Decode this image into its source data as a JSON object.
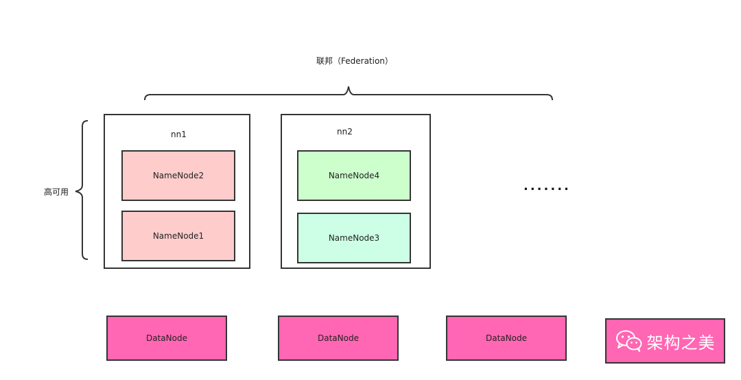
{
  "federation": {
    "label": "联邦（Federation）"
  },
  "ha": {
    "label": "高可用"
  },
  "namespaces": [
    {
      "name": "nn1",
      "nodes": [
        "NameNode2",
        "NameNode1"
      ]
    },
    {
      "name": "nn2",
      "nodes": [
        "NameNode4",
        "NameNode3"
      ]
    }
  ],
  "ellipsis": ".......",
  "datanodes": [
    "DataNode",
    "DataNode",
    "DataNode"
  ],
  "watermark": {
    "text": "架构之美",
    "icon": "wechat-icon"
  },
  "colors": {
    "namenode_pink": "#ffcccc",
    "namenode_green": "#ccffcc",
    "namenode_mint": "#ccffe6",
    "datanode": "#ff66b3"
  }
}
